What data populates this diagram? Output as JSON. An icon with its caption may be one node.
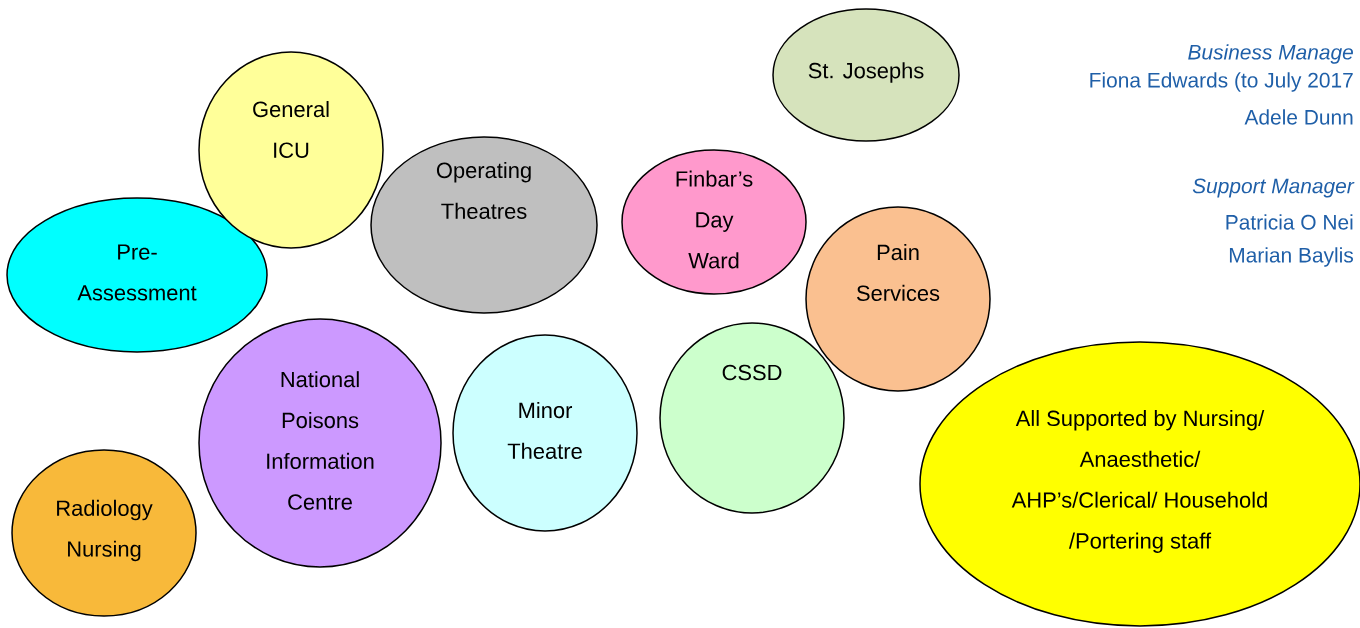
{
  "diagram": {
    "nodes": [
      {
        "text": [
          "St. Josephs"
        ]
      },
      {
        "text": [
          "General ICU"
        ]
      },
      {
        "text": [
          "Operating Theatres"
        ]
      },
      {
        "text": [
          "Finbar’s Day Ward"
        ]
      },
      {
        "text": [
          "Pre- Assessment"
        ]
      },
      {
        "text": [
          "Pain Services"
        ]
      },
      {
        "text": [
          "National Poisons Information Centre"
        ]
      },
      {
        "text": [
          "Minor Theatre"
        ]
      },
      {
        "text": [
          "CSSD"
        ]
      },
      {
        "text": [
          "All Supported by Nursing/ Anaesthetic/ AHP’s/Clerical/ Household /Portering staff"
        ]
      },
      {
        "text": [
          "Radiology Nursing"
        ]
      }
    ],
    "labels": [
      "Business Manage",
      "Fiona Edwards (to July 2017",
      "Adele Dunn",
      "Support Manager",
      "Patricia O Nei",
      "Marian Baylis"
    ]
  }
}
